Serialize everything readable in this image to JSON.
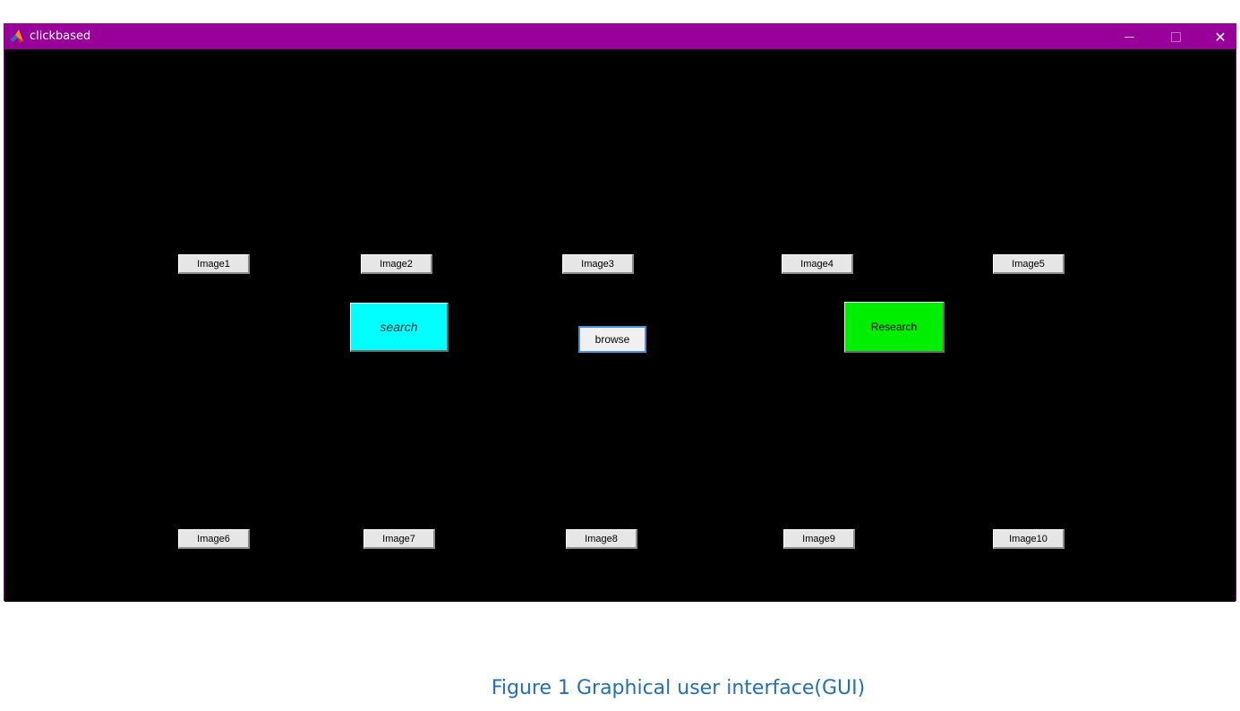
{
  "window": {
    "title": "clickbased",
    "controls": {
      "minimize_icon": "minimize-icon",
      "maximize_icon": "maximize-icon",
      "close_label": "✕"
    },
    "titlebar_color": "#990099"
  },
  "buttons": {
    "row1": [
      {
        "label": "Image1"
      },
      {
        "label": "Image2"
      },
      {
        "label": "Image3"
      },
      {
        "label": "Image4"
      },
      {
        "label": "Image5"
      }
    ],
    "row2": [
      {
        "label": "Image6"
      },
      {
        "label": "Image7"
      },
      {
        "label": "Image8"
      },
      {
        "label": "Image9"
      },
      {
        "label": "Image10"
      }
    ],
    "search": {
      "label": "search",
      "color": "#00ffff"
    },
    "browse": {
      "label": "browse"
    },
    "research": {
      "label": "Research",
      "color": "#00ee00"
    }
  },
  "caption": "Figure 1 Graphical user interface(GUI)"
}
